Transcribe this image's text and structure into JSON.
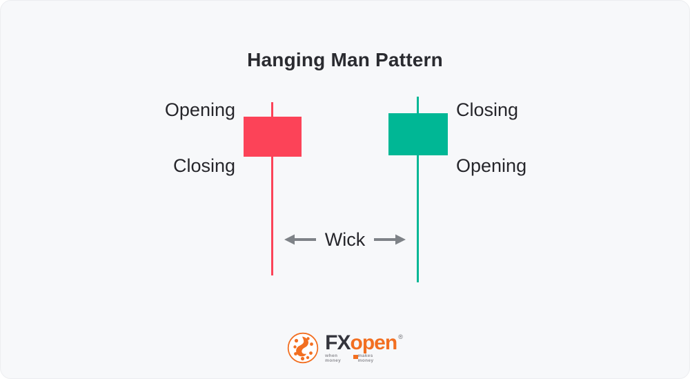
{
  "title": "Hanging Man Pattern",
  "candles": {
    "bearish": {
      "top_label": "Opening",
      "bottom_label": "Closing"
    },
    "bullish": {
      "top_label": "Closing",
      "bottom_label": "Opening"
    }
  },
  "wick_annotation": {
    "label": "Wick"
  },
  "logo": {
    "brand_fx": "FX",
    "brand_open": "open",
    "registered": "®",
    "tagline_left": "when money",
    "tagline_right": "makes money"
  },
  "colors": {
    "bearish": "#FC4358",
    "bullish": "#00B795",
    "arrow": "#7E8287",
    "text": "#26262B",
    "background": "#F7F8FA",
    "logo-orange": "#F26F21",
    "logo-dark": "#33343C"
  }
}
